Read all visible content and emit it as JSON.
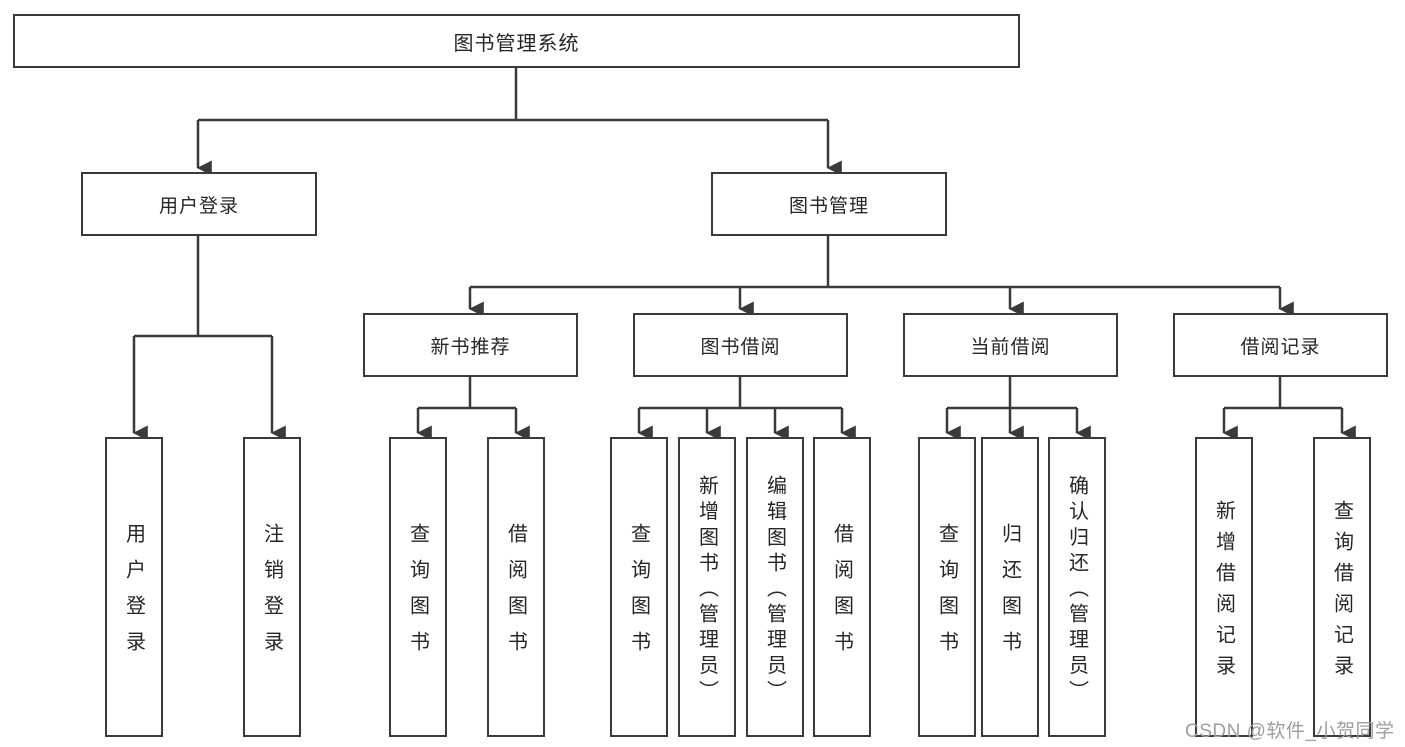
{
  "diagram": {
    "title": "图书管理系统",
    "branches": [
      {
        "label": "用户登录",
        "children": [
          "用户登录",
          "注销登录"
        ]
      },
      {
        "label": "图书管理",
        "sections": [
          {
            "label": "新书推荐",
            "children": [
              "查询图书",
              "借阅图书"
            ]
          },
          {
            "label": "图书借阅",
            "children": [
              "查询图书",
              "新增图书（管理员）",
              "编辑图书（管理员）",
              "借阅图书"
            ]
          },
          {
            "label": "当前借阅",
            "children": [
              "查询图书",
              "归还图书",
              "确认归还（管理员）"
            ]
          },
          {
            "label": "借阅记录",
            "children": [
              "新增借阅记录",
              "查询借阅记录"
            ]
          }
        ]
      }
    ]
  },
  "watermark": {
    "text": "CSDN @软件_小贺同学"
  },
  "colors": {
    "line": "#3a3a3a",
    "box_border": "#3a3a3a",
    "text": "#262626",
    "watermark": "#9e9e9e",
    "background": "#ffffff"
  }
}
